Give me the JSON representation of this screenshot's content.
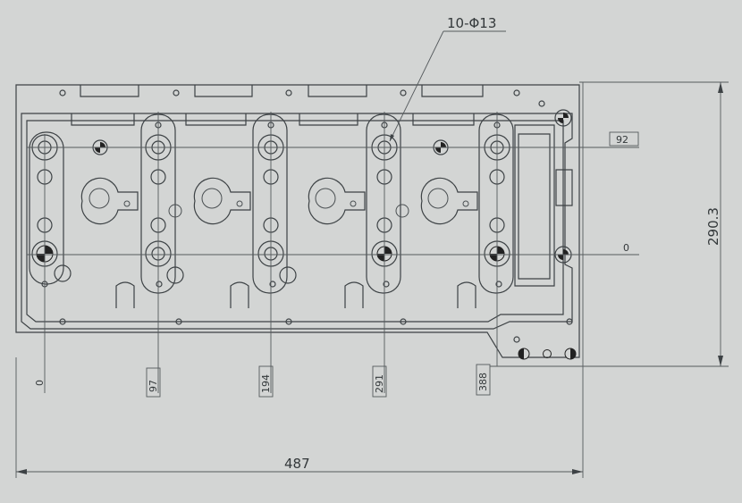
{
  "drawing": {
    "hole_callout": "10-Φ13",
    "overall_width": "487",
    "overall_height": "290.3",
    "y_marks": [
      {
        "label": "92"
      },
      {
        "label": "0"
      }
    ],
    "x_marks": [
      {
        "label": "0"
      },
      {
        "label": "97"
      },
      {
        "label": "194"
      },
      {
        "label": "291"
      },
      {
        "label": "388"
      }
    ],
    "colors": {
      "background": "#d3d5d4",
      "line": "#3d4245"
    }
  }
}
